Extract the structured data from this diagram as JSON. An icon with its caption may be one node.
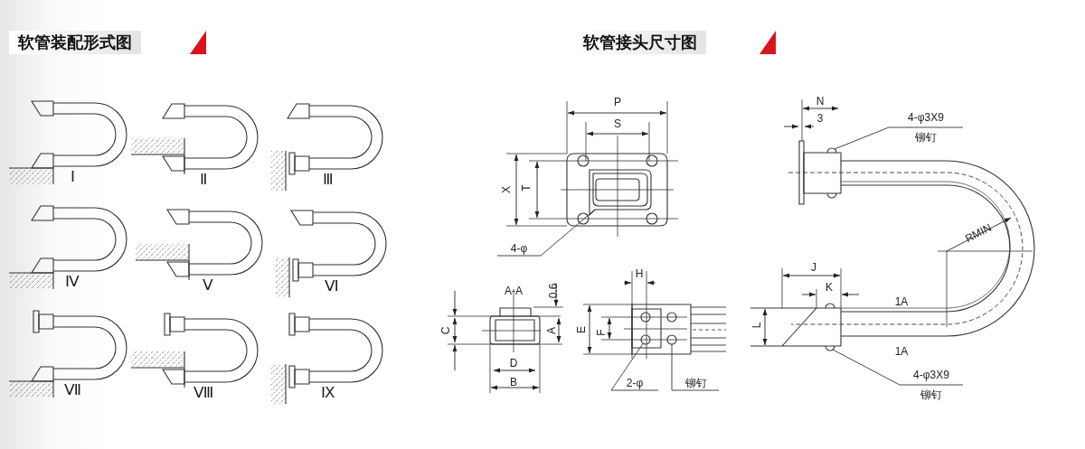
{
  "diagram": {
    "nodes": [
      {
        "text": [
          "4-φ"
        ]
      },
      {
        "text": [
          "2-φ"
        ]
      },
      {
        "text": [
          "铆钉"
        ]
      },
      {
        "text": [
          "4-φ3X9",
          "铆钉"
        ]
      },
      {
        "text": [
          "4-φ3X9",
          "铆钉"
        ]
      },
      {
        "text": [],
        "shape": "circle"
      },
      {
        "text": [],
        "shape": "circle"
      }
    ],
    "edges": [
      {
        "from": 0,
        "to": null,
        "arrow": "none"
      },
      {
        "from": 1,
        "to": 5,
        "arrow": "none"
      },
      {
        "from": 2,
        "to": 6,
        "arrow": "none"
      },
      {
        "from": 3,
        "to": null,
        "arrow": "none"
      },
      {
        "from": 4,
        "to": null,
        "arrow": "none"
      }
    ],
    "labels": [
      "软管装配形式图",
      "软管接头尺寸图",
      "Ⅰ",
      "Ⅱ",
      "Ⅲ",
      "Ⅳ",
      "Ⅴ",
      "Ⅵ",
      "Ⅶ",
      "Ⅷ",
      "Ⅸ",
      "P",
      "S",
      "X",
      "T",
      "N",
      "3",
      "RMIN",
      "J",
      "K",
      "A-A",
      "0.6",
      "C",
      "A",
      "H",
      "E",
      "F",
      "L",
      "1A",
      "D",
      "1A",
      "B"
    ]
  }
}
